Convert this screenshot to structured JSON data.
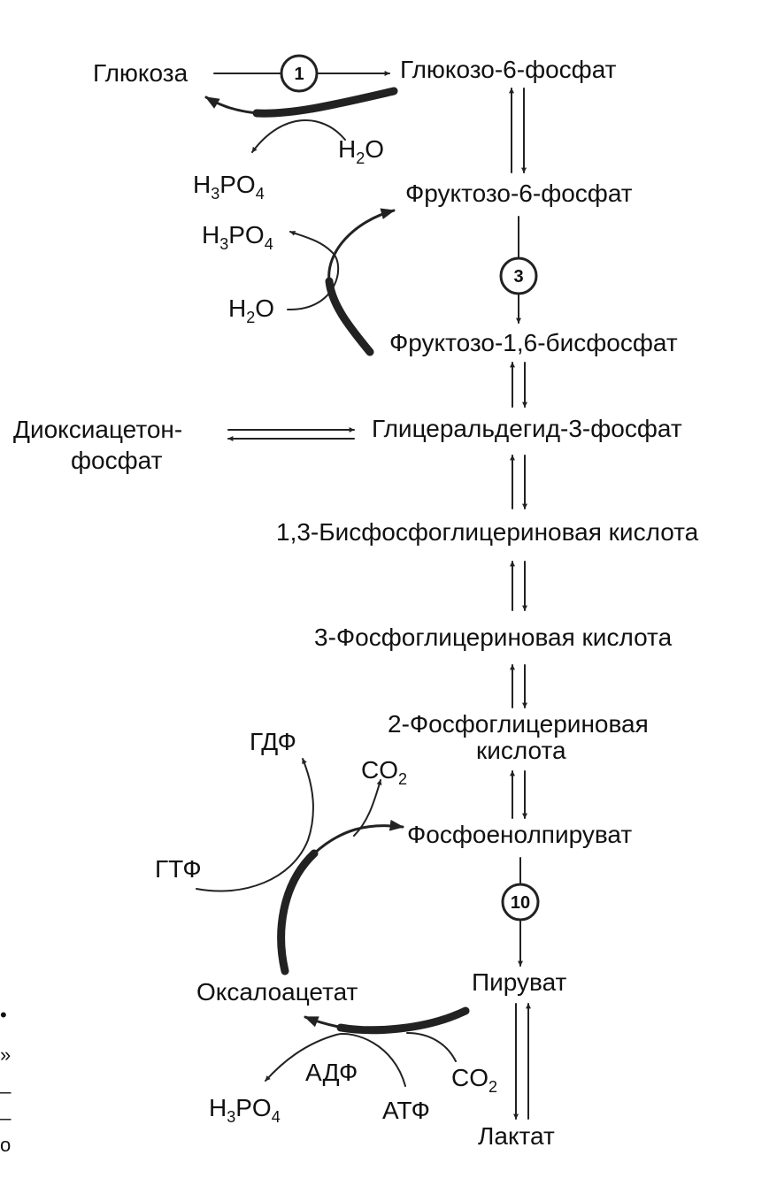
{
  "metabolites": {
    "glucose": "Глюкоза",
    "glucose_6p": "Глюкозо-6-фосфат",
    "fructose_6p": "Фруктозо-6-фосфат",
    "fructose_16bp": "Фруктозо-1,6-бисфосфат",
    "dhap_line1": "Диоксиацетон-",
    "dhap_line2": "фосфат",
    "gap": "Глицеральдегид-3-фосфат",
    "bpg13": "1,3-Бисфосфоглицериновая   кислота",
    "pg3": "3-Фосфоглицериновая кислота",
    "pg2_line1": "2-Фосфоглицериновая",
    "pg2_line2": "кислота",
    "pep": "Фосфоенолпируват",
    "pyruvate": "Пируват",
    "lactate": "Лактат",
    "oxaloacetate": "Оксалоацетат"
  },
  "cofactors": {
    "h3po4_1": {
      "pre": "H",
      "s1": "3",
      "mid": "PO",
      "s2": "4"
    },
    "h2o_1": {
      "pre": "H",
      "s1": "2",
      "post": "O"
    },
    "h3po4_2": {
      "pre": "H",
      "s1": "3",
      "mid": "PO",
      "s2": "4"
    },
    "h2o_2": {
      "pre": "H",
      "s1": "2",
      "post": "O"
    },
    "gdp": "ГДФ",
    "gtp": "ГТФ",
    "co2_1": {
      "pre": "CO",
      "s1": "2"
    },
    "adp": "АДФ",
    "atp": "АТФ",
    "co2_2": {
      "pre": "CO",
      "s1": "2"
    },
    "h3po4_3": {
      "pre": "H",
      "s1": "3",
      "mid": "PO",
      "s2": "4"
    }
  },
  "enzymes": {
    "e1": "1",
    "e3": "3",
    "e10": "10"
  },
  "edge_marks": [
    "•",
    "»",
    "_",
    "_",
    "o"
  ]
}
